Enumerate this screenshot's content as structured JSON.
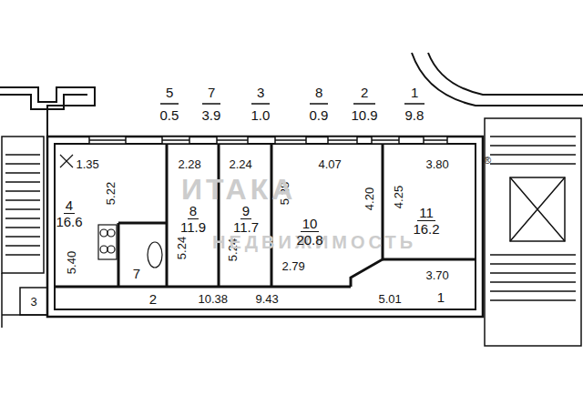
{
  "diagram": {
    "nodes": [
      {
        "text": [
          "4",
          "16.6"
        ]
      },
      {
        "text": [
          "7"
        ]
      },
      {
        "text": [
          "8",
          "11.9"
        ]
      },
      {
        "text": [
          "9",
          "11.7"
        ]
      },
      {
        "text": [
          "10",
          "20.8"
        ]
      },
      {
        "text": [
          "11",
          "16.2"
        ]
      },
      {
        "text": [
          "2"
        ]
      },
      {
        "text": [
          "1"
        ]
      }
    ],
    "labels": [
      "5",
      "0.5",
      "7",
      "3.9",
      "3",
      "1.0",
      "8",
      "0.9",
      "2",
      "10.9",
      "1",
      "9.8",
      "1.35",
      "5.22",
      "2.28",
      "2.24",
      "4.07",
      "3.80",
      "5.28",
      "4.20",
      "4.25",
      "5.24",
      "5.24",
      "2.79",
      "3.70",
      "5.40",
      "10.38",
      "9.43",
      "5.01",
      "3",
      "ИТАКА",
      "НЕДВИЖИМОСТЬ",
      "®"
    ]
  }
}
